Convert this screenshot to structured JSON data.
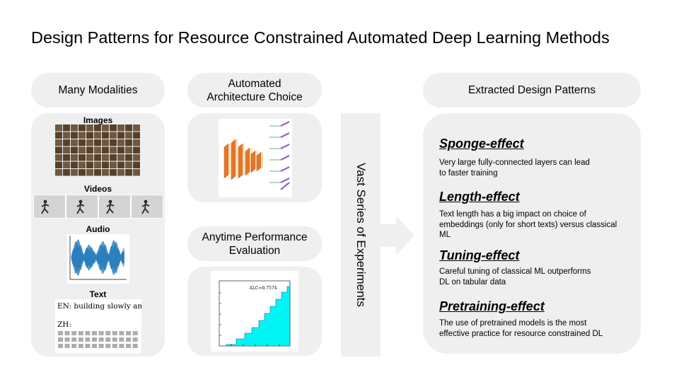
{
  "title": "Design Patterns for Resource Constrained Automated Deep Learning Methods",
  "modalities": {
    "header": "Many Modalities",
    "images_label": "Images",
    "videos_label": "Videos",
    "audio_label": "Audio",
    "text_label": "Text",
    "text_sample_en": "EN: building slowly and",
    "text_sample_zh_prefix": "ZH:"
  },
  "architecture": {
    "header_line1": "Automated",
    "header_line2": "Architecture Choice"
  },
  "anytime": {
    "header_line1": "Anytime Performance",
    "header_line2": "Evaluation",
    "alc_label": "ALC=0.7574"
  },
  "experiments": {
    "label": "Vast Series of Experiments"
  },
  "patterns": {
    "header": "Extracted Design Patterns",
    "items": [
      {
        "title": "Sponge-effect",
        "desc": [
          "Very large fully-connected layers can lead",
          "to faster training"
        ]
      },
      {
        "title": "Length-effect",
        "desc": [
          "Text length has a big impact on choice of",
          "embeddings (only for short texts) versus classical",
          "ML"
        ]
      },
      {
        "title": "Tuning-effect",
        "desc": [
          "Careful tuning of classical ML outperforms",
          "DL on tabular data"
        ]
      },
      {
        "title": "Pretraining-effect",
        "desc": [
          "The use of pretrained models is the most",
          "effective practice for resource constrained DL"
        ]
      }
    ]
  },
  "colors": {
    "panel": "#efefef",
    "arrow": "#efefef",
    "step_fill": "#00f5f5",
    "audio": "#2a7fbd",
    "layer_orange": "#e8742a",
    "layer_purple": "#9a5fd0"
  }
}
